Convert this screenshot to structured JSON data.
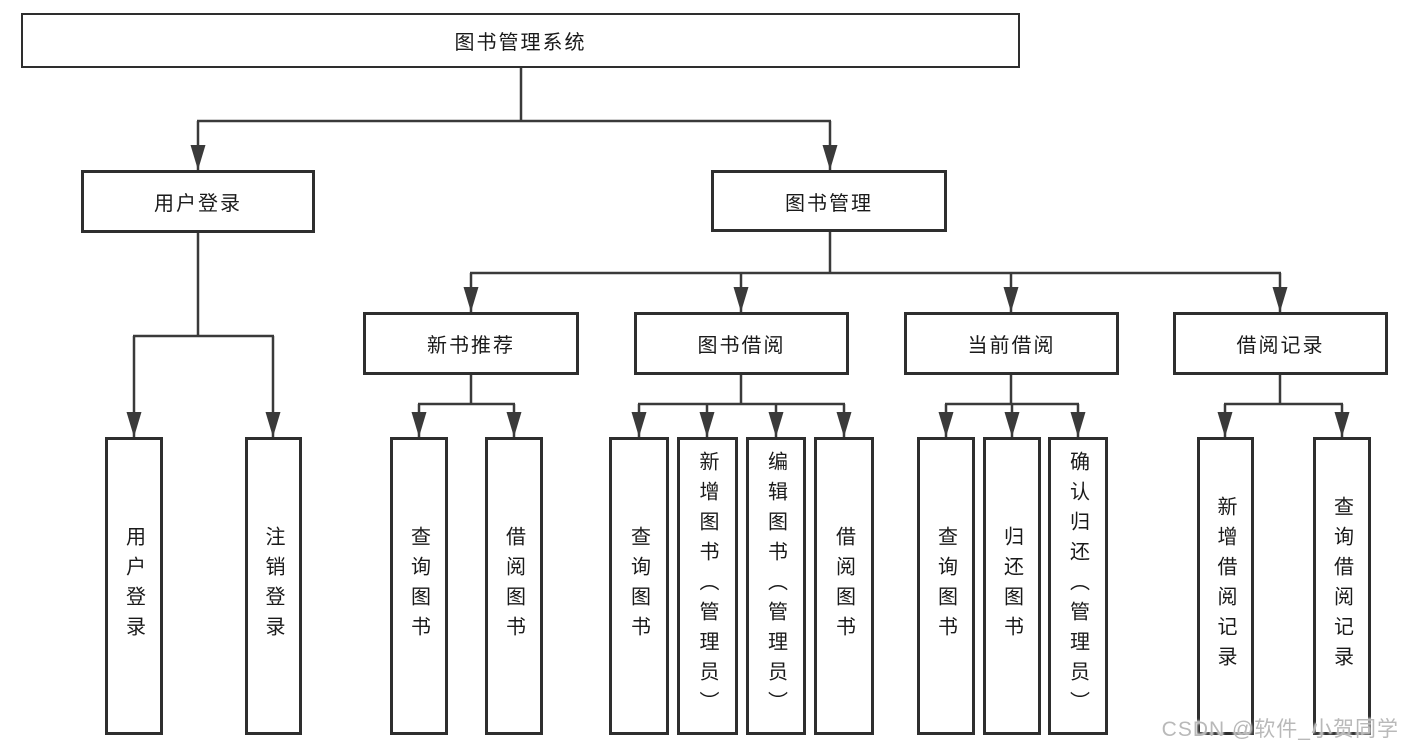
{
  "watermark": "CSDN @软件_小贺同学",
  "colors": {
    "line": "#3a3a3a",
    "box_border": "#2e2e2e",
    "box_background": "#ffffff",
    "text": "#1a1a1a",
    "watermark": "#b9b9b9"
  },
  "tree": {
    "label": "图书管理系统",
    "children": [
      {
        "label": "用户登录",
        "children": [
          {
            "label": "用户登录"
          },
          {
            "label": "注销登录"
          }
        ]
      },
      {
        "label": "图书管理",
        "children": [
          {
            "label": "新书推荐",
            "children": [
              {
                "label": "查询图书"
              },
              {
                "label": "借阅图书"
              }
            ]
          },
          {
            "label": "图书借阅",
            "children": [
              {
                "label": "查询图书"
              },
              {
                "label": "新增图书（管理员）"
              },
              {
                "label": "编辑图书（管理员）"
              },
              {
                "label": "借阅图书"
              }
            ]
          },
          {
            "label": "当前借阅",
            "children": [
              {
                "label": "查询图书"
              },
              {
                "label": "归还图书"
              },
              {
                "label": "确认归还（管理员）"
              }
            ]
          },
          {
            "label": "借阅记录",
            "children": [
              {
                "label": "新增借阅记录"
              },
              {
                "label": "查询借阅记录"
              }
            ]
          }
        ]
      }
    ]
  }
}
